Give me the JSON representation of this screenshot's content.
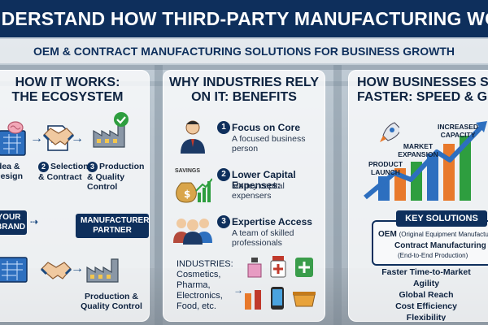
{
  "banner": {
    "title": "UNDERSTAND HOW THIRD-PARTY MANUFACTURING WORKS"
  },
  "subtitle": "OEM & CONTRACT MANUFACTURING SOLUTIONS FOR BUSINESS GROWTH",
  "panel1": {
    "title_line1": "HOW IT WORKS:",
    "title_line2": "THE ECOSYSTEM",
    "step1": "Idea & Design",
    "step2_num": "2",
    "step2": "Selection & Contract",
    "step3_num": "3",
    "step3": "Production & Quality Control",
    "tag_brand": "YOUR BRAND",
    "tag_partner": "MANUFACTURER PARTNER",
    "bottom_label": "Production & Quality Control"
  },
  "panel2": {
    "title_line1": "WHY INDUSTRIES RELY",
    "title_line2": "ON IT: BENEFITS",
    "b1_num": "1",
    "b1_title": "Focus on Core",
    "b1_desc": "A focused business person",
    "b2_num": "2",
    "b2_title": "Lower Capital Expenses:",
    "b2_desc": "Money capital expensers",
    "b3_num": "3",
    "b3_title": "Expertise Access",
    "b3_desc": "A team of skilled professionals",
    "savings_label": "SAVINGS",
    "industries_title": "INDUSTRIES:",
    "industries_list": "Cosmetics, Pharma, Electronics, Food, etc."
  },
  "panel3": {
    "title_line1": "HOW BUSINESSES SCALE",
    "title_line2": "FASTER: SPEED & GROWTH",
    "label_launch": "PRODUCT LAUNCH",
    "label_expansion": "MARKET EXPANSION",
    "label_capacity": "INCREASED CAPACITY",
    "key_title": "KEY SOLUTIONS",
    "oem": "OEM",
    "oem_desc": "(Original Equipment Manufacturer)",
    "contract": "Contract Manufacturing",
    "contract_desc": "(End-to-End Production)",
    "outcomes": [
      "Faster Time-to-Market",
      "Agility",
      "Global Reach",
      "Cost Efficiency",
      "Flexibility"
    ]
  },
  "colors": {
    "navy": "#0e2f5c",
    "accent_blue": "#2d6fbf",
    "green": "#2e9e3f",
    "orange": "#e8792b"
  }
}
